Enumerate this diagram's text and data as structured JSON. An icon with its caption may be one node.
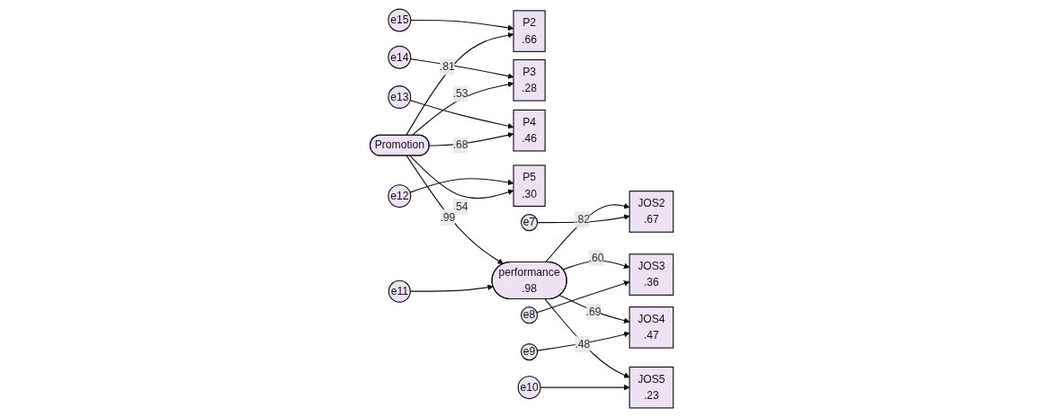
{
  "diagram": {
    "nodes": [
      {
        "text": [
          "e11"
        ]
      },
      {
        "text": [
          "e15"
        ]
      },
      {
        "text": [
          "P2",
          ".66"
        ]
      },
      {
        "text": [
          "e14"
        ]
      },
      {
        "text": [
          "P3",
          ".28"
        ]
      },
      {
        "text": [
          "e13"
        ]
      },
      {
        "text": [
          "P4",
          ".46"
        ]
      },
      {
        "text": [
          "e12"
        ]
      },
      {
        "text": [
          "P5",
          ".30"
        ]
      },
      {
        "text": [
          "Promotion"
        ]
      },
      {
        "text": [
          "performance",
          ".98"
        ]
      },
      {
        "text": [
          "JOS2",
          ".67"
        ]
      },
      {
        "text": [
          "e7"
        ]
      },
      {
        "text": [
          "JOS3",
          ".36"
        ]
      },
      {
        "text": [
          "e8"
        ]
      },
      {
        "text": [
          "JOS4",
          ".47"
        ]
      },
      {
        "text": [
          "e9"
        ]
      },
      {
        "text": [
          "JOS5",
          ".23"
        ]
      },
      {
        "text": [
          "e10"
        ]
      }
    ],
    "edges": [
      {
        "from": 1,
        "to": 2,
        "arrow": "to"
      },
      {
        "from": 3,
        "to": 4,
        "arrow": "to"
      },
      {
        "from": 5,
        "to": 6,
        "arrow": "to"
      },
      {
        "from": 7,
        "to": 8,
        "arrow": "to"
      },
      {
        "from": 9,
        "to": 2,
        "label": ".81",
        "arrow": "to"
      },
      {
        "from": 9,
        "to": 4,
        "label": ".53",
        "arrow": "to"
      },
      {
        "from": 9,
        "to": 6,
        "label": ".68",
        "arrow": "to"
      },
      {
        "from": 9,
        "to": 8,
        "label": ".54",
        "arrow": "to"
      },
      {
        "from": 9,
        "to": 10,
        "label": ".99",
        "arrow": "to"
      },
      {
        "from": 0,
        "to": 10,
        "arrow": "to"
      },
      {
        "from": 10,
        "to": 11,
        "label": ".82",
        "arrow": "to"
      },
      {
        "from": 10,
        "to": 13,
        "label": ".60",
        "arrow": "to"
      },
      {
        "from": 10,
        "to": 15,
        "label": ".69",
        "arrow": "to"
      },
      {
        "from": 10,
        "to": 17,
        "label": ".48",
        "arrow": "to"
      },
      {
        "from": 12,
        "to": 11,
        "arrow": "to"
      },
      {
        "from": 14,
        "to": 13,
        "arrow": "to"
      },
      {
        "from": 16,
        "to": 15,
        "arrow": "to"
      },
      {
        "from": 18,
        "to": 17,
        "arrow": "to"
      }
    ]
  }
}
